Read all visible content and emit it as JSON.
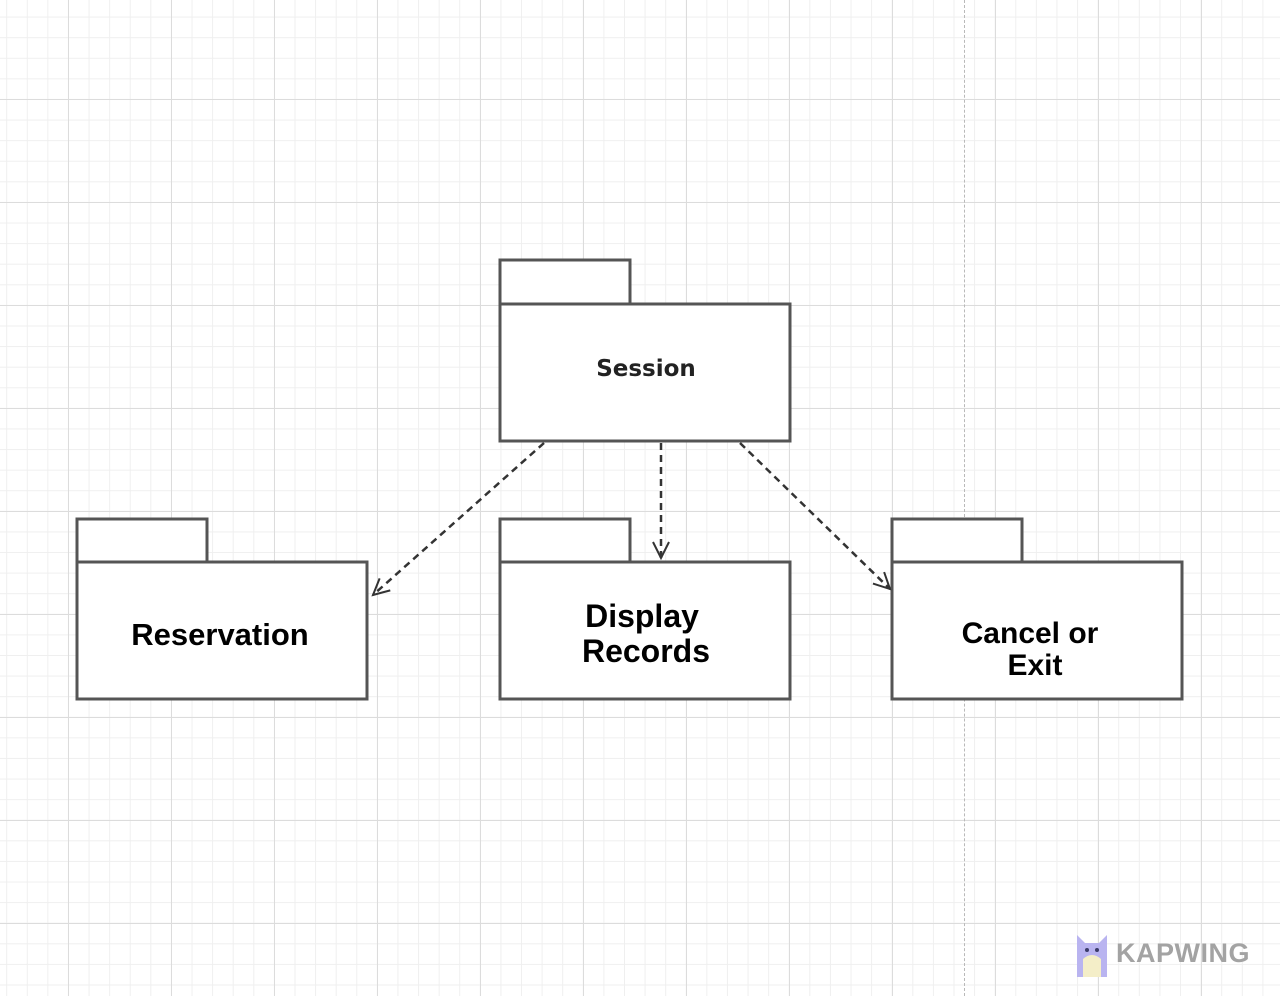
{
  "packages": {
    "session": {
      "label": "Session"
    },
    "reservation": {
      "label": "Reservation"
    },
    "display_records": {
      "lines": [
        "Display",
        "Records"
      ]
    },
    "cancel_or_exit": {
      "lines": [
        "Cancel or",
        "Exit"
      ]
    }
  },
  "dependencies": [
    {
      "from": "Session",
      "to": "Reservation",
      "style": "dashed-open-arrow"
    },
    {
      "from": "Session",
      "to": "Display Records",
      "style": "dashed-open-arrow"
    },
    {
      "from": "Session",
      "to": "Cancel or Exit",
      "style": "dashed-open-arrow"
    }
  ],
  "watermark": {
    "text": "KAPWING",
    "icon": "kapwing-cat-icon"
  },
  "colors": {
    "outline": "#555555",
    "arrow": "#333333",
    "text": "#000000",
    "grid_major": "#dcdcdc",
    "grid_minor": "#efefef",
    "watermark": "#a3a3a3"
  }
}
